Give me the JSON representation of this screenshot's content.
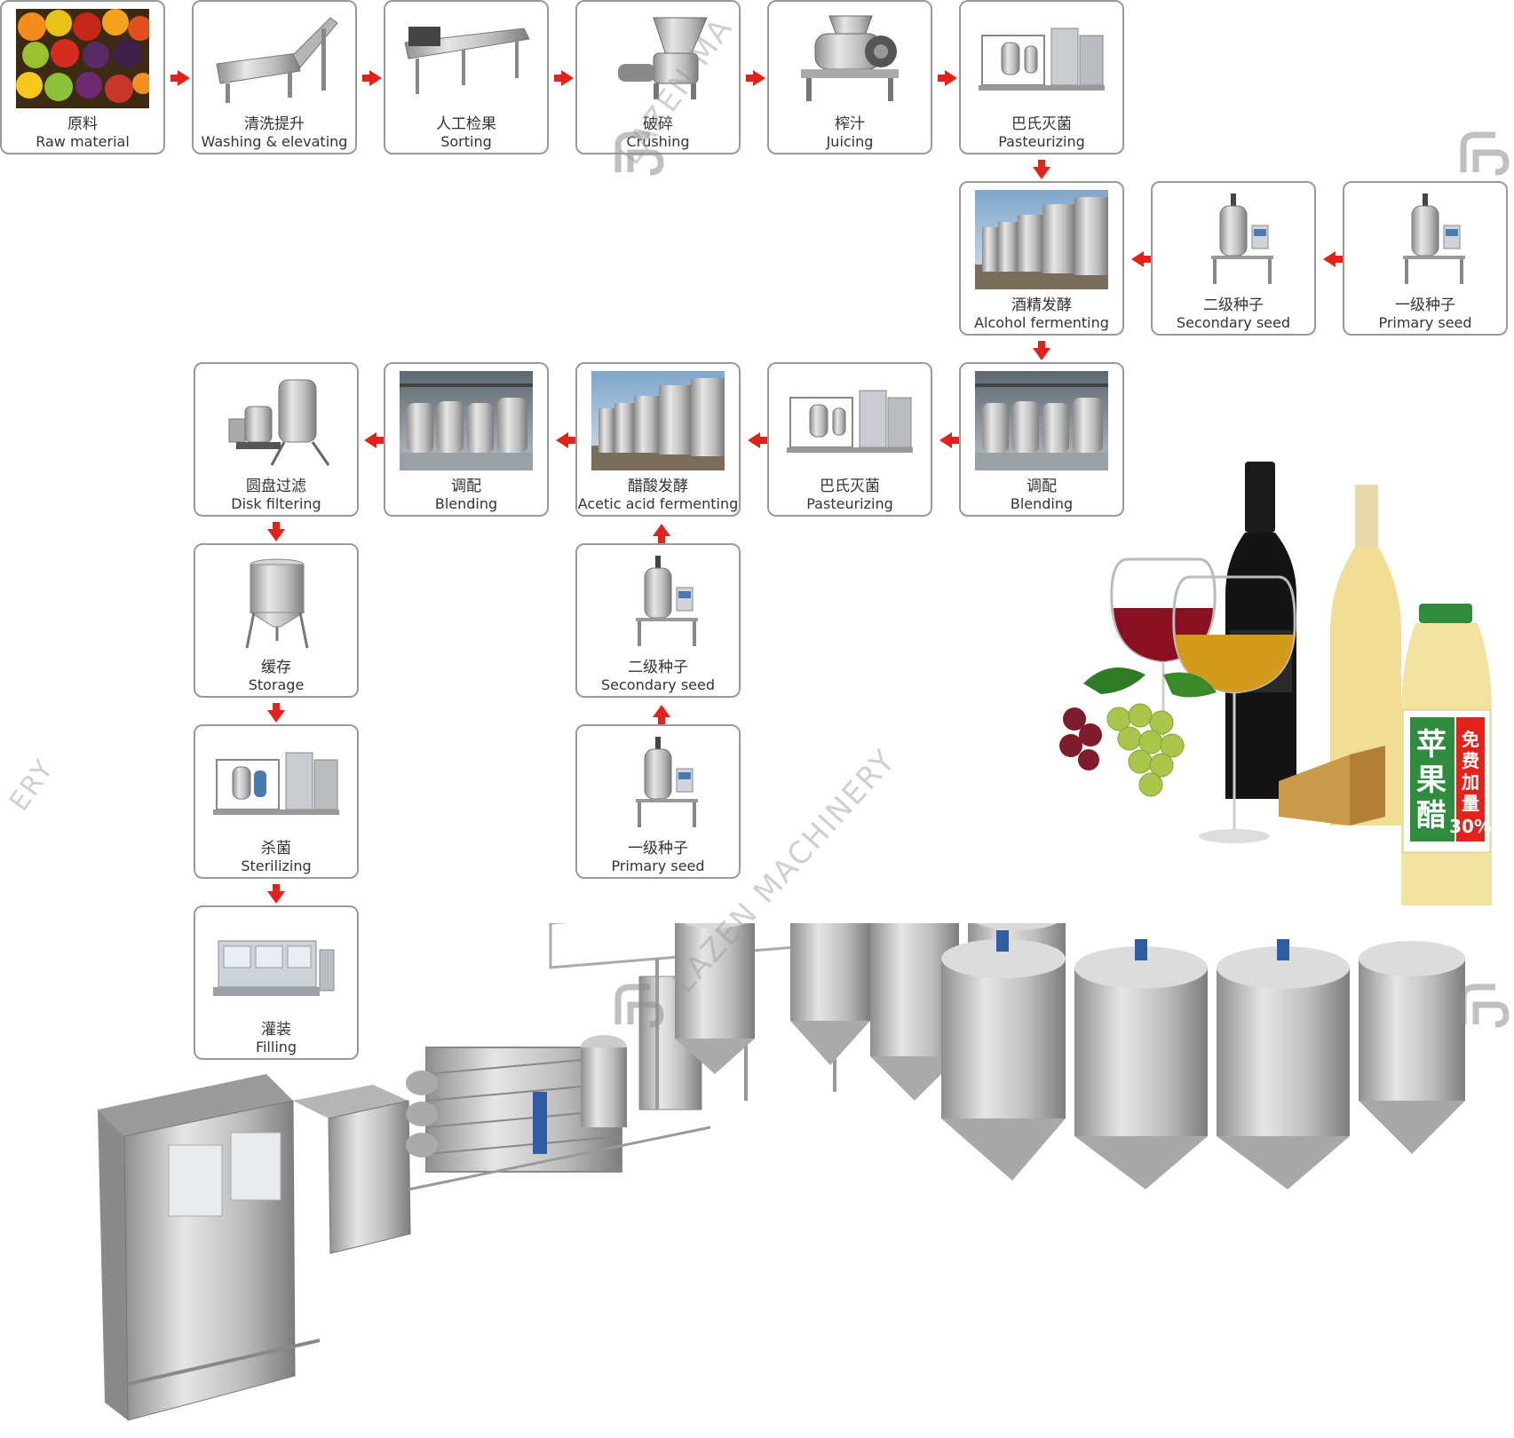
{
  "steps": {
    "raw_material": {
      "zh": "原料",
      "en": "Raw material"
    },
    "washing": {
      "zh": "清洗提升",
      "en": "Washing & elevating"
    },
    "sorting": {
      "zh": "人工检果",
      "en": "Sorting"
    },
    "crushing": {
      "zh": "破碎",
      "en": "Crushing"
    },
    "juicing": {
      "zh": "榨汁",
      "en": "Juicing"
    },
    "pasteurizing_1": {
      "zh": "巴氏灭菌",
      "en": "Pasteurizing"
    },
    "alcohol_fermenting": {
      "zh": "酒精发酵",
      "en": "Alcohol fermenting"
    },
    "secondary_seed_1": {
      "zh": "二级种子",
      "en": "Secondary seed"
    },
    "primary_seed_1": {
      "zh": "一级种子",
      "en": "Primary seed"
    },
    "blending_1": {
      "zh": "调配",
      "en": "Blending"
    },
    "pasteurizing_2": {
      "zh": "巴氏灭菌",
      "en": "Pasteurizing"
    },
    "acetic_fermenting": {
      "zh": "醋酸发酵",
      "en": "Acetic acid fermenting"
    },
    "blending_2": {
      "zh": "调配",
      "en": "Blending"
    },
    "disk_filtering": {
      "zh": "圆盘过滤",
      "en": "Disk filtering"
    },
    "storage": {
      "zh": "缓存",
      "en": "Storage"
    },
    "sterilizing": {
      "zh": "杀菌",
      "en": "Sterilizing"
    },
    "filling": {
      "zh": "灌装",
      "en": "Filling"
    },
    "secondary_seed_2": {
      "zh": "二级种子",
      "en": "Secondary seed"
    },
    "primary_seed_2": {
      "zh": "一级种子",
      "en": "Primary seed"
    }
  },
  "watermark": {
    "text": "LAZEN MACHINERY",
    "partial_right": "ERY",
    "partial_top": "LAZEN MA"
  },
  "product": {
    "bottle_label": "苹果醋",
    "bottle_badge": "免费加量30%"
  },
  "colors": {
    "arrow": "#e3231b",
    "card_border": "#9a9a9a",
    "steel": "#c8c8c8"
  }
}
